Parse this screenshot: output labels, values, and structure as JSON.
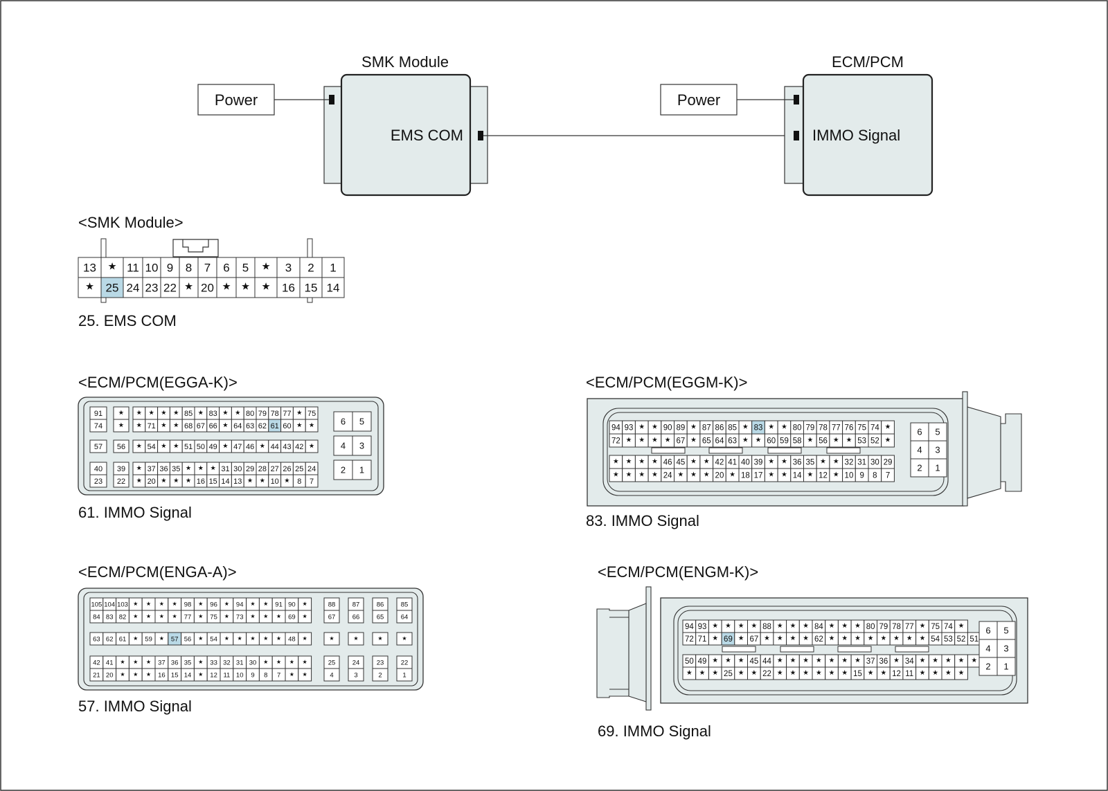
{
  "top": {
    "smk_title": "SMK Module",
    "ecm_title": "ECM/PCM",
    "smk_power": "Power",
    "ecm_power": "Power",
    "smk_port": "EMS COM",
    "ecm_port": "IMMO Signal"
  },
  "colors": {
    "highlight": "#b9d9e6",
    "fill": "#e3ebeb",
    "stroke": "#333333"
  },
  "connectors": [
    {
      "id": "smk",
      "title": "<SMK Module>",
      "caption": "25. EMS COM",
      "highlight": "25",
      "rows": [
        [
          "13",
          "*",
          "11",
          "10",
          "9",
          "8",
          "7",
          "6",
          "5",
          "*",
          "3",
          "2",
          "1"
        ],
        [
          "*",
          "25",
          "24",
          "23",
          "22",
          "*",
          "20",
          "*",
          "*",
          "*",
          "16",
          "15",
          "14"
        ]
      ]
    },
    {
      "id": "egga",
      "title": "<ECM/PCM(EGGA-K)>",
      "caption": "61. IMMO Signal",
      "highlight": "61",
      "blocks": [
        [
          "91",
          "*",
          "*",
          "*",
          "*",
          "*",
          "85",
          "*",
          "83",
          "*",
          "*",
          "80",
          "79",
          "78",
          "77",
          "*",
          "75"
        ],
        [
          "74",
          "*",
          "*",
          "71",
          "*",
          "*",
          "68",
          "67",
          "66",
          "*",
          "64",
          "63",
          "62",
          "61",
          "60",
          "*",
          "*"
        ],
        [
          "57",
          "56",
          "*",
          "54",
          "*",
          "*",
          "51",
          "50",
          "49",
          "*",
          "47",
          "46",
          "*",
          "44",
          "43",
          "42",
          "*"
        ],
        [
          "40",
          "39",
          "*",
          "37",
          "36",
          "35",
          "*",
          "*",
          "*",
          "31",
          "30",
          "29",
          "28",
          "27",
          "26",
          "25",
          "24"
        ],
        [
          "23",
          "22",
          "*",
          "20",
          "*",
          "*",
          "*",
          "16",
          "15",
          "14",
          "13",
          "*",
          "*",
          "10",
          "*",
          "8",
          "7"
        ]
      ],
      "side": [
        [
          "6",
          "5"
        ],
        [
          "4",
          "3"
        ],
        [
          "2",
          "1"
        ]
      ]
    },
    {
      "id": "eggm",
      "title": "<ECM/PCM(EGGM-K)>",
      "caption": "83. IMMO Signal",
      "highlight": "83",
      "blocks": [
        [
          "94",
          "93",
          "*",
          "*",
          "90",
          "89",
          "*",
          "87",
          "86",
          "85",
          "*",
          "83",
          "*",
          "*",
          "80",
          "79",
          "78",
          "77",
          "76",
          "75",
          "74",
          "*"
        ],
        [
          "72",
          "*",
          "*",
          "*",
          "*",
          "67",
          "*",
          "65",
          "64",
          "63",
          "*",
          "*",
          "60",
          "59",
          "58",
          "*",
          "56",
          "*",
          "*",
          "53",
          "52",
          "*"
        ],
        [
          "*",
          "*",
          "*",
          "*",
          "46",
          "45",
          "*",
          "*",
          "42",
          "41",
          "40",
          "39",
          "*",
          "*",
          "36",
          "35",
          "*",
          "*",
          "32",
          "31",
          "30",
          "29"
        ],
        [
          "*",
          "*",
          "*",
          "*",
          "24",
          "*",
          "*",
          "*",
          "20",
          "*",
          "18",
          "17",
          "*",
          "*",
          "14",
          "*",
          "12",
          "*",
          "10",
          "9",
          "8",
          "7"
        ]
      ],
      "side": [
        [
          "6",
          "5"
        ],
        [
          "4",
          "3"
        ],
        [
          "2",
          "1"
        ]
      ]
    },
    {
      "id": "enga",
      "title": "<ECM/PCM(ENGA-A)>",
      "caption": "57. IMMO Signal",
      "highlight": "57",
      "blocks": [
        [
          "105",
          "104",
          "103",
          "*",
          "*",
          "*",
          "*",
          "98",
          "*",
          "96",
          "*",
          "94",
          "*",
          "*",
          "91",
          "90",
          "*"
        ],
        [
          "84",
          "83",
          "82",
          "*",
          "*",
          "*",
          "*",
          "77",
          "*",
          "75",
          "*",
          "73",
          "*",
          "*",
          "*",
          "69",
          "*"
        ],
        [
          "63",
          "62",
          "61",
          "*",
          "59",
          "*",
          "57",
          "56",
          "*",
          "54",
          "*",
          "*",
          "*",
          "*",
          "*",
          "48",
          "*"
        ],
        [
          "42",
          "41",
          "*",
          "*",
          "*",
          "37",
          "36",
          "35",
          "*",
          "33",
          "32",
          "31",
          "30",
          "*",
          "*",
          "*",
          "*"
        ],
        [
          "21",
          "20",
          "*",
          "*",
          "*",
          "16",
          "15",
          "14",
          "*",
          "12",
          "11",
          "10",
          "9",
          "8",
          "7",
          "*",
          "*"
        ]
      ],
      "side": [
        [
          "88",
          "87",
          "86",
          "85"
        ],
        [
          "67",
          "66",
          "65",
          "64"
        ],
        [
          "*",
          "*",
          "*",
          "*"
        ],
        [
          "25",
          "24",
          "23",
          "22"
        ],
        [
          "4",
          "3",
          "2",
          "1"
        ]
      ]
    },
    {
      "id": "engm",
      "title": "<ECM/PCM(ENGM-K)>",
      "caption": "69. IMMO Signal",
      "highlight": "69",
      "blocks": [
        [
          "94",
          "93",
          "*",
          "*",
          "*",
          "*",
          "88",
          "*",
          "*",
          "*",
          "84",
          "*",
          "*",
          "*",
          "80",
          "79",
          "78",
          "77",
          "*",
          "75",
          "74",
          "*"
        ],
        [
          "72",
          "71",
          "*",
          "69",
          "*",
          "67",
          "*",
          "*",
          "*",
          "*",
          "62",
          "*",
          "*",
          "*",
          "*",
          "*",
          "*",
          "*",
          "*",
          "54",
          "53",
          "52",
          "51"
        ],
        [
          "50",
          "49",
          "*",
          "*",
          "*",
          "45",
          "44",
          "*",
          "*",
          "*",
          "*",
          "*",
          "*",
          "*",
          "37",
          "36",
          "*",
          "34",
          "*",
          "*",
          "*",
          "*",
          "*"
        ],
        [
          "*",
          "*",
          "*",
          "25",
          "*",
          "*",
          "22",
          "*",
          "*",
          "*",
          "*",
          "*",
          "*",
          "15",
          "*",
          "*",
          "12",
          "11",
          "*",
          "*",
          "*",
          "*"
        ]
      ],
      "side": [
        [
          "6",
          "5"
        ],
        [
          "4",
          "3"
        ],
        [
          "2",
          "1"
        ]
      ]
    }
  ]
}
